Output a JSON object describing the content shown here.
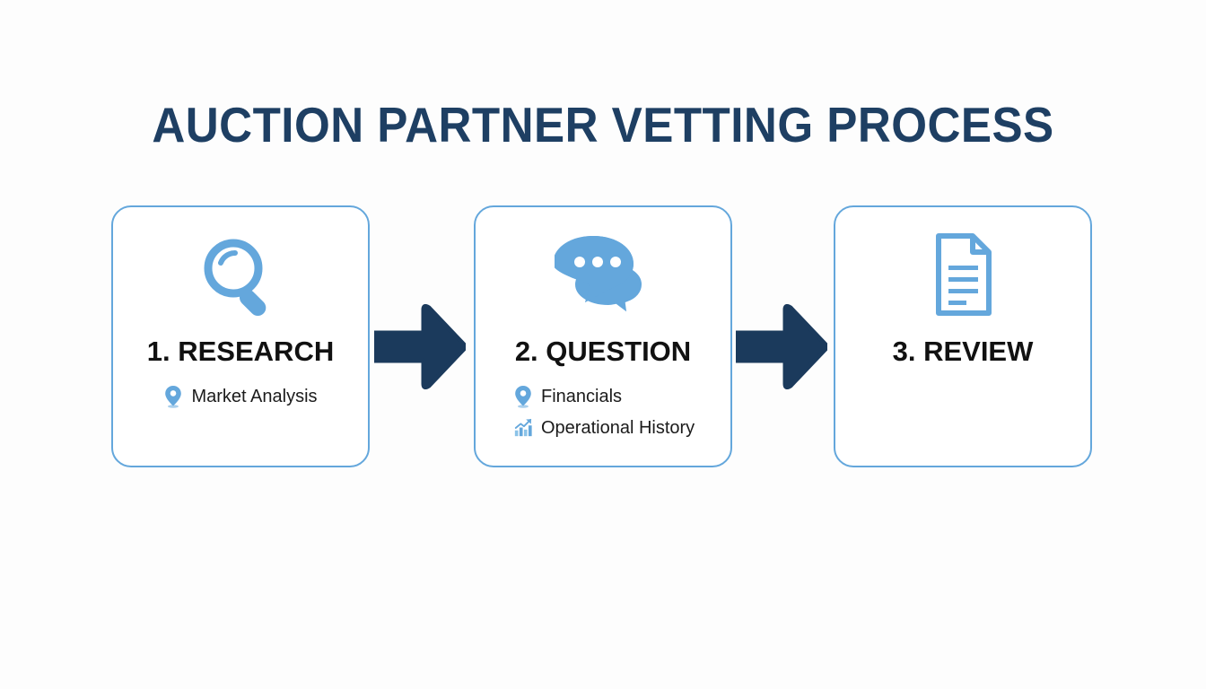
{
  "page": {
    "title": "AUCTION PARTNER VETTING PROCESS",
    "background_color": "#fdfdfd",
    "title_color": "#1e3f63",
    "accent_blue": "#64a7dc",
    "arrow_color": "#1b3a5c",
    "heading_color": "#111111"
  },
  "flow": {
    "arrow_1": {
      "icon": "arrow-right-icon"
    },
    "arrow_2": {
      "icon": "arrow-right-icon"
    },
    "steps": [
      {
        "heading": "1. RESEARCH",
        "icon": "magnifying-glass-icon",
        "sub_items": [
          {
            "label": "Market Analysis",
            "icon": "location-pin-icon"
          }
        ]
      },
      {
        "heading": "2. QUESTION",
        "icon": "speech-bubbles-icon",
        "sub_items": [
          {
            "label": "Financials",
            "icon": "location-pin-icon"
          },
          {
            "label": "Operational History",
            "icon": "bar-chart-growth-icon"
          }
        ]
      },
      {
        "heading": "3. REVIEW",
        "icon": "document-lines-icon",
        "sub_items": []
      }
    ]
  }
}
